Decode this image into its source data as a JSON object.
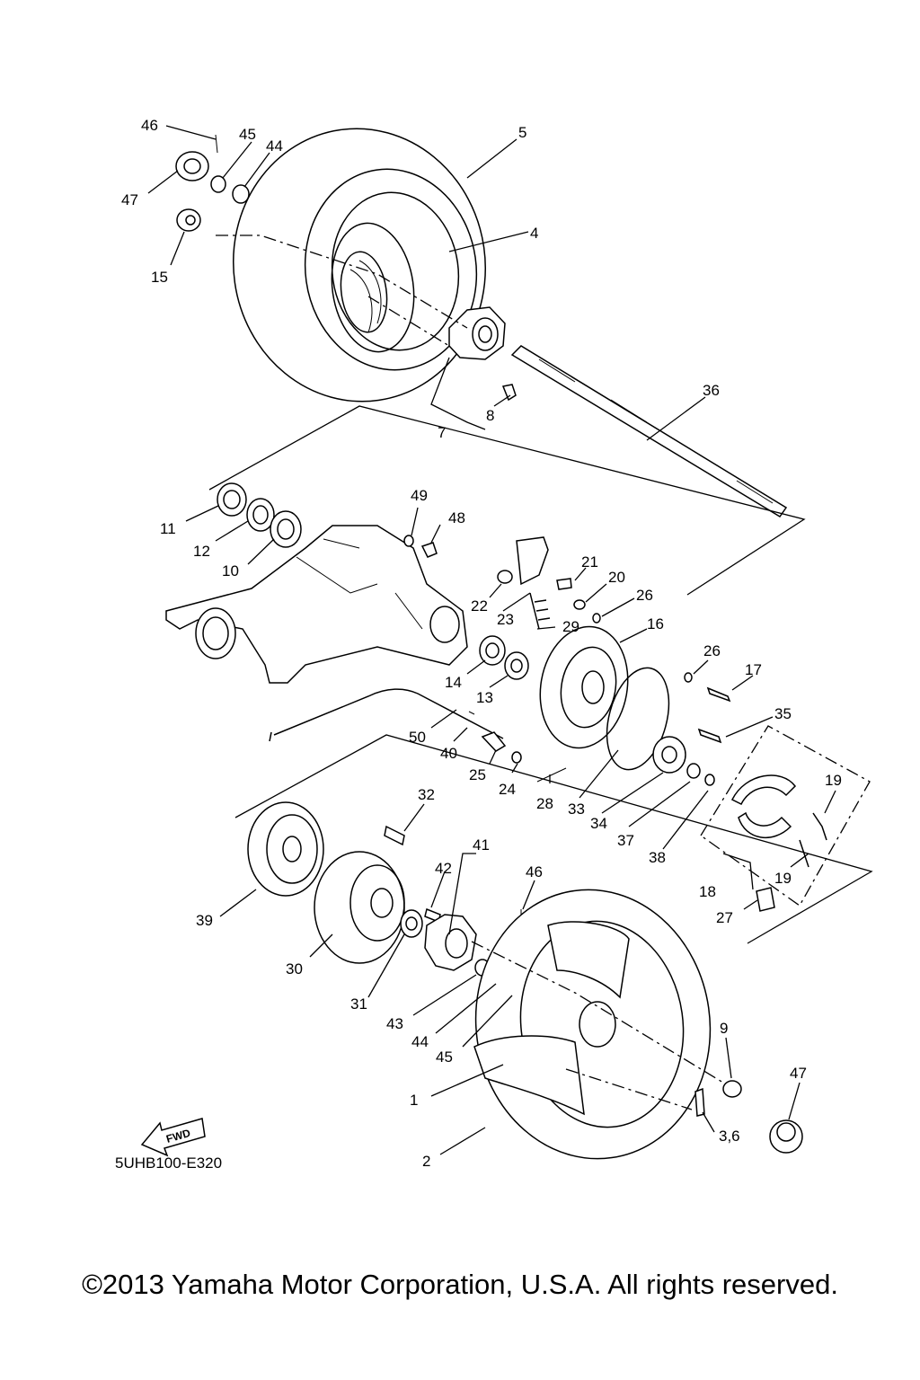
{
  "diagram": {
    "code": "5UHB100-E320",
    "fwd_label": "FWD",
    "labels": [
      "46",
      "45",
      "44",
      "47",
      "5",
      "4",
      "15",
      "7",
      "8",
      "36",
      "49",
      "48",
      "11",
      "12",
      "10",
      "21",
      "20",
      "26",
      "22",
      "23",
      "29",
      "16",
      "14",
      "13",
      "26",
      "17",
      "35",
      "50",
      "40",
      "25",
      "24",
      "28",
      "33",
      "34",
      "37",
      "38",
      "19",
      "32",
      "41",
      "42",
      "46",
      "39",
      "30",
      "31",
      "43",
      "44",
      "45",
      "18",
      "19",
      "27",
      "9",
      "47",
      "1",
      "2",
      "3,6"
    ]
  },
  "footer": {
    "copyright": "©2013 Yamaha Motor Corporation, U.S.A. All rights reserved."
  }
}
